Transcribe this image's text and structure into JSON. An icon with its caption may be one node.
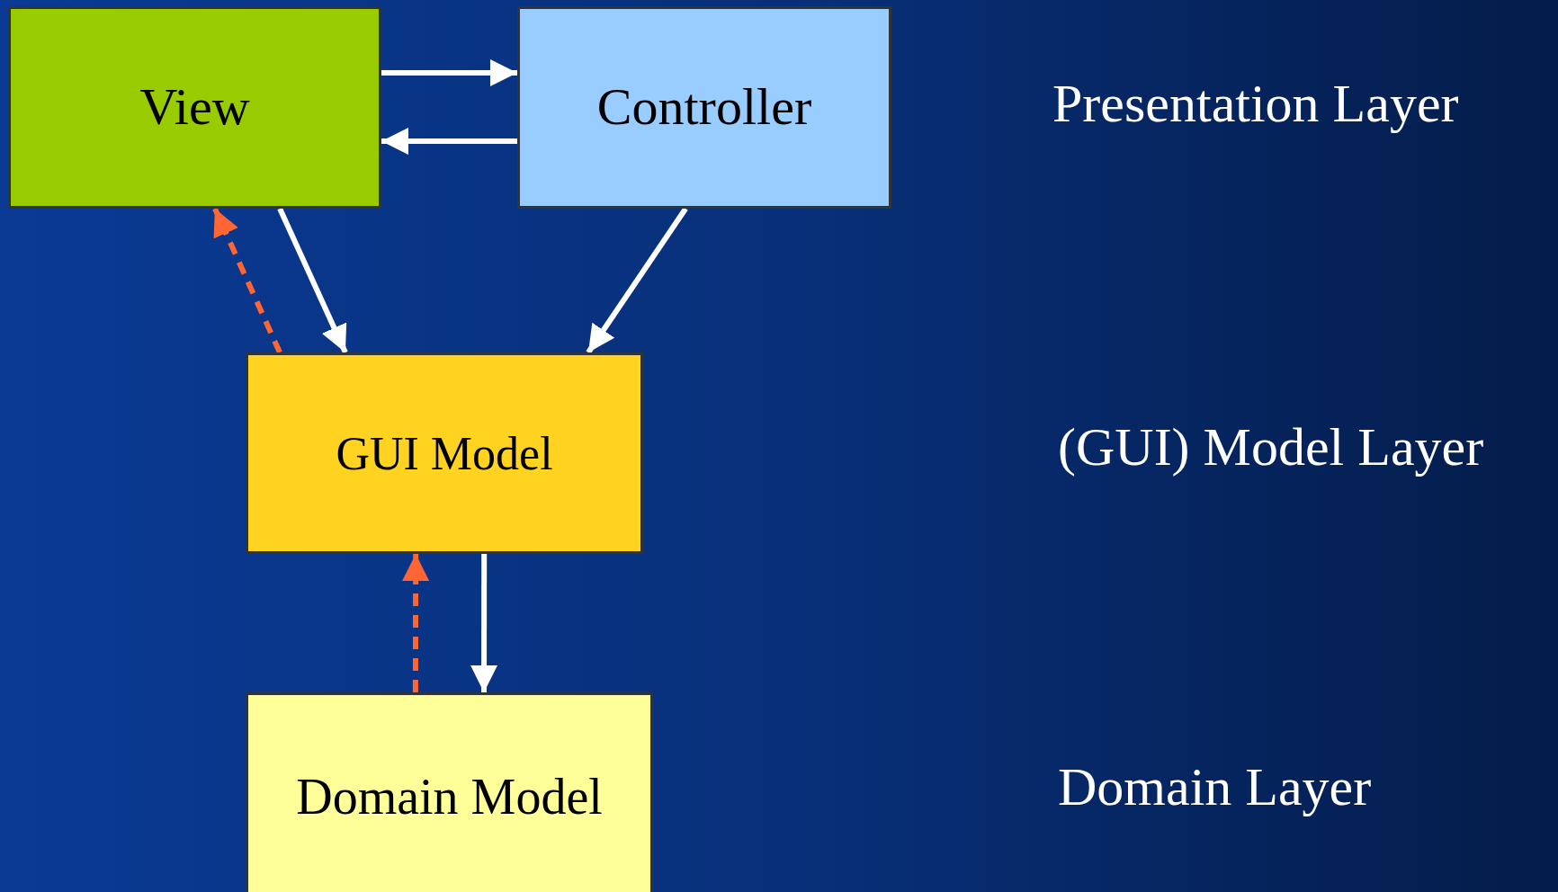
{
  "diagram": {
    "nodes": [
      {
        "text": [
          "View"
        ]
      },
      {
        "text": [
          "Controller"
        ]
      },
      {
        "text": [
          "GUI Model"
        ]
      },
      {
        "text": [
          "Domain Model"
        ]
      }
    ],
    "edges": [
      {
        "from": 0,
        "to": 1,
        "arrow": "to"
      },
      {
        "from": 1,
        "to": 0,
        "arrow": "to"
      },
      {
        "from": 0,
        "to": 2,
        "arrow": "to"
      },
      {
        "from": 1,
        "to": 2,
        "arrow": "to"
      },
      {
        "from": 2,
        "to": 0,
        "arrow": "to",
        "style": "dashed",
        "color": "#ff6633"
      },
      {
        "from": 2,
        "to": 3,
        "arrow": "to"
      },
      {
        "from": 3,
        "to": 2,
        "arrow": "to",
        "style": "dashed",
        "color": "#ff6633"
      }
    ],
    "labels": [
      "Presentation Layer",
      "(GUI) Model Layer",
      "Domain Layer"
    ]
  }
}
